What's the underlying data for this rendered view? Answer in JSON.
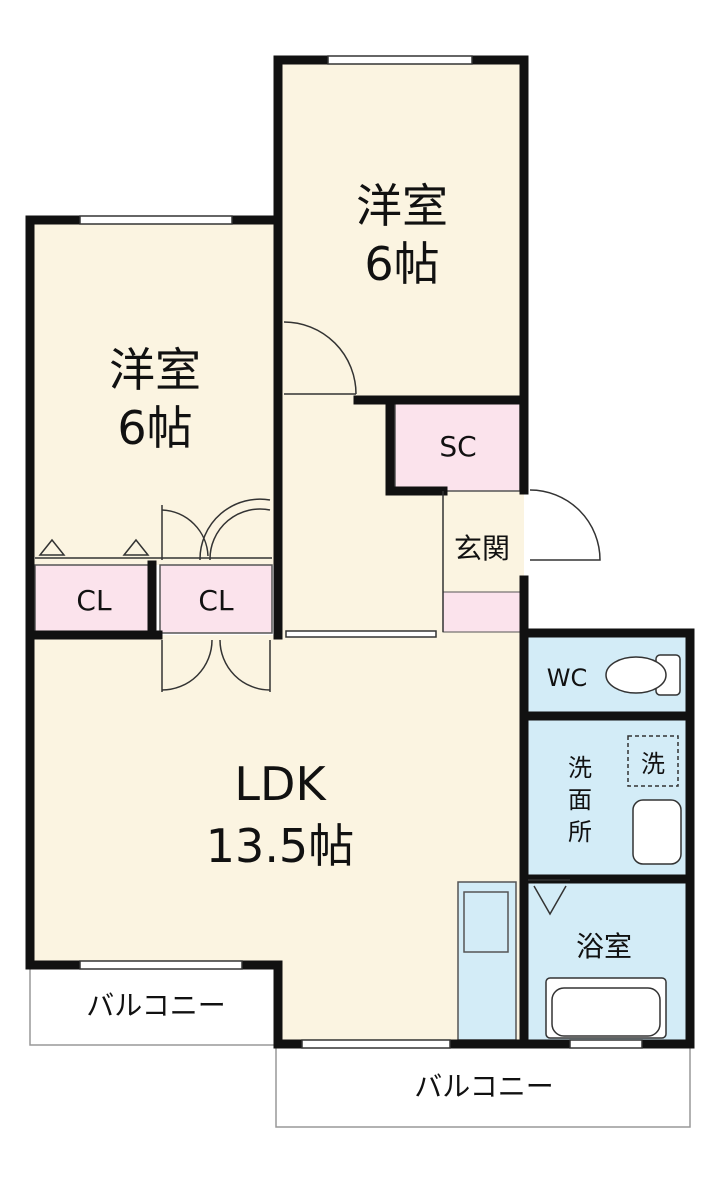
{
  "rooms": {
    "western_room_top": {
      "name": "洋室",
      "size": "6帖"
    },
    "western_room_left": {
      "name": "洋室",
      "size": "6帖"
    },
    "ldk": {
      "name": "LDK",
      "size": "13.5帖"
    },
    "storage_sc": {
      "name": "SC"
    },
    "entrance": {
      "name": "玄関"
    },
    "closet_left": {
      "name": "CL"
    },
    "closet_right": {
      "name": "CL"
    },
    "toilet": {
      "name": "WC"
    },
    "washroom": {
      "name": "洗面所"
    },
    "washer_space": {
      "name": "洗"
    },
    "bathroom": {
      "name": "浴室"
    },
    "balcony_left": {
      "name": "バルコニー"
    },
    "balcony_bottom": {
      "name": "バルコニー"
    }
  },
  "colors": {
    "floor": "#fbf4e1",
    "closet": "#fbe3ec",
    "wet_area": "#d3ecf7",
    "wall": "#111111",
    "balcony": "#ffffff"
  }
}
